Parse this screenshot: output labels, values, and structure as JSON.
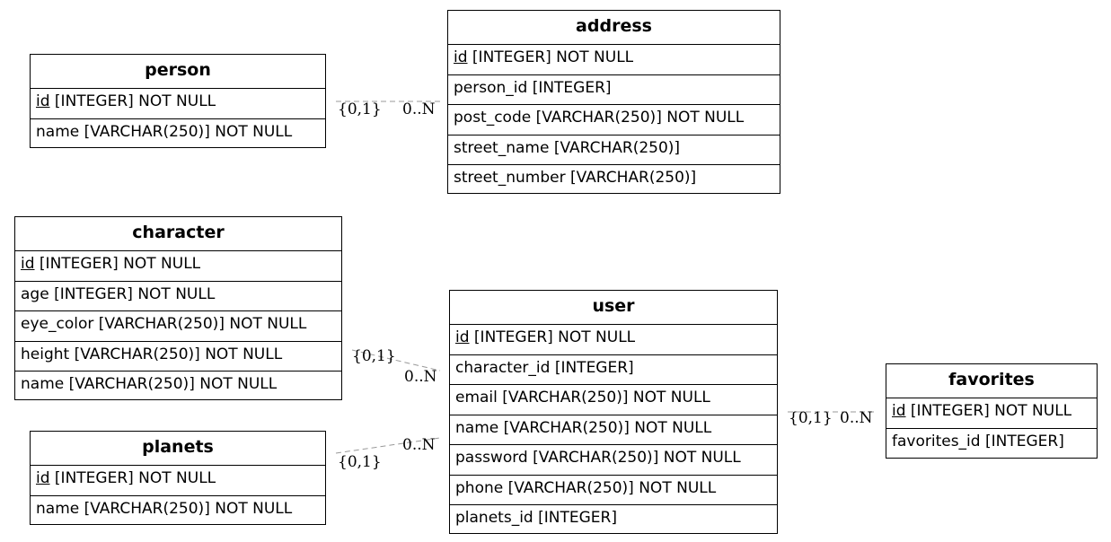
{
  "entities": {
    "person": {
      "title": "person",
      "rows": [
        {
          "pk": "id",
          "rest": " [INTEGER] NOT NULL"
        },
        {
          "text": "name [VARCHAR(250)] NOT NULL"
        }
      ]
    },
    "address": {
      "title": "address",
      "rows": [
        {
          "pk": "id",
          "rest": " [INTEGER] NOT NULL"
        },
        {
          "text": "person_id [INTEGER]"
        },
        {
          "text": "post_code [VARCHAR(250)] NOT NULL"
        },
        {
          "text": "street_name [VARCHAR(250)]"
        },
        {
          "text": "street_number [VARCHAR(250)]"
        }
      ]
    },
    "character": {
      "title": "character",
      "rows": [
        {
          "pk": "id",
          "rest": " [INTEGER] NOT NULL"
        },
        {
          "text": "age [INTEGER] NOT NULL"
        },
        {
          "text": "eye_color [VARCHAR(250)] NOT NULL"
        },
        {
          "text": "height [VARCHAR(250)] NOT NULL"
        },
        {
          "text": "name [VARCHAR(250)] NOT NULL"
        }
      ]
    },
    "planets": {
      "title": "planets",
      "rows": [
        {
          "pk": "id",
          "rest": " [INTEGER] NOT NULL"
        },
        {
          "text": "name [VARCHAR(250)] NOT NULL"
        }
      ]
    },
    "user": {
      "title": "user",
      "rows": [
        {
          "pk": "id",
          "rest": " [INTEGER] NOT NULL"
        },
        {
          "text": "character_id [INTEGER]"
        },
        {
          "text": "email [VARCHAR(250)] NOT NULL"
        },
        {
          "text": "name [VARCHAR(250)] NOT NULL"
        },
        {
          "text": "password [VARCHAR(250)] NOT NULL"
        },
        {
          "text": "phone [VARCHAR(250)] NOT NULL"
        },
        {
          "text": "planets_id [INTEGER]"
        }
      ]
    },
    "favorites": {
      "title": "favorites",
      "rows": [
        {
          "pk": "id",
          "rest": " [INTEGER] NOT NULL"
        },
        {
          "text": "favorites_id [INTEGER]"
        }
      ]
    }
  },
  "relationships": [
    {
      "from": "person",
      "to": "address",
      "from_card": "{0,1}",
      "to_card": "0..N"
    },
    {
      "from": "character",
      "to": "user",
      "from_card": "{0,1}",
      "to_card": "0..N"
    },
    {
      "from": "planets",
      "to": "user",
      "from_card": "{0,1}",
      "to_card": "0..N"
    },
    {
      "from": "user",
      "to": "favorites",
      "from_card": "{0,1}",
      "to_card": "0..N"
    }
  ],
  "colors": {
    "border": "#000000",
    "edge": "#999999",
    "text": "#000000",
    "background": "#ffffff"
  }
}
